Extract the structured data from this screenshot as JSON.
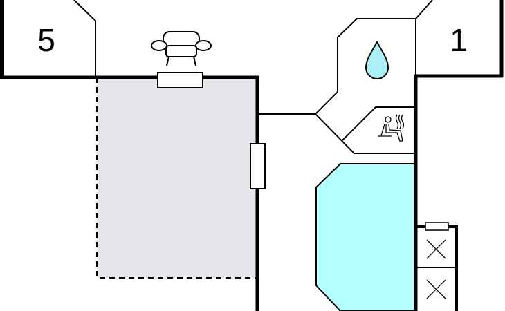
{
  "plan": {
    "rooms": [
      {
        "id": "room-5",
        "label": "5"
      },
      {
        "id": "room-1",
        "label": "1"
      }
    ],
    "icons": [
      "armchair-icon",
      "water-drop-icon",
      "sauna-icon",
      "closet-x-icon",
      "closet-x-icon"
    ],
    "colors": {
      "wall": "#000000",
      "living_fill": "#e6e6ea",
      "pool_fill": "#b3ffff",
      "drop_fill": "#aaf0f5"
    }
  }
}
